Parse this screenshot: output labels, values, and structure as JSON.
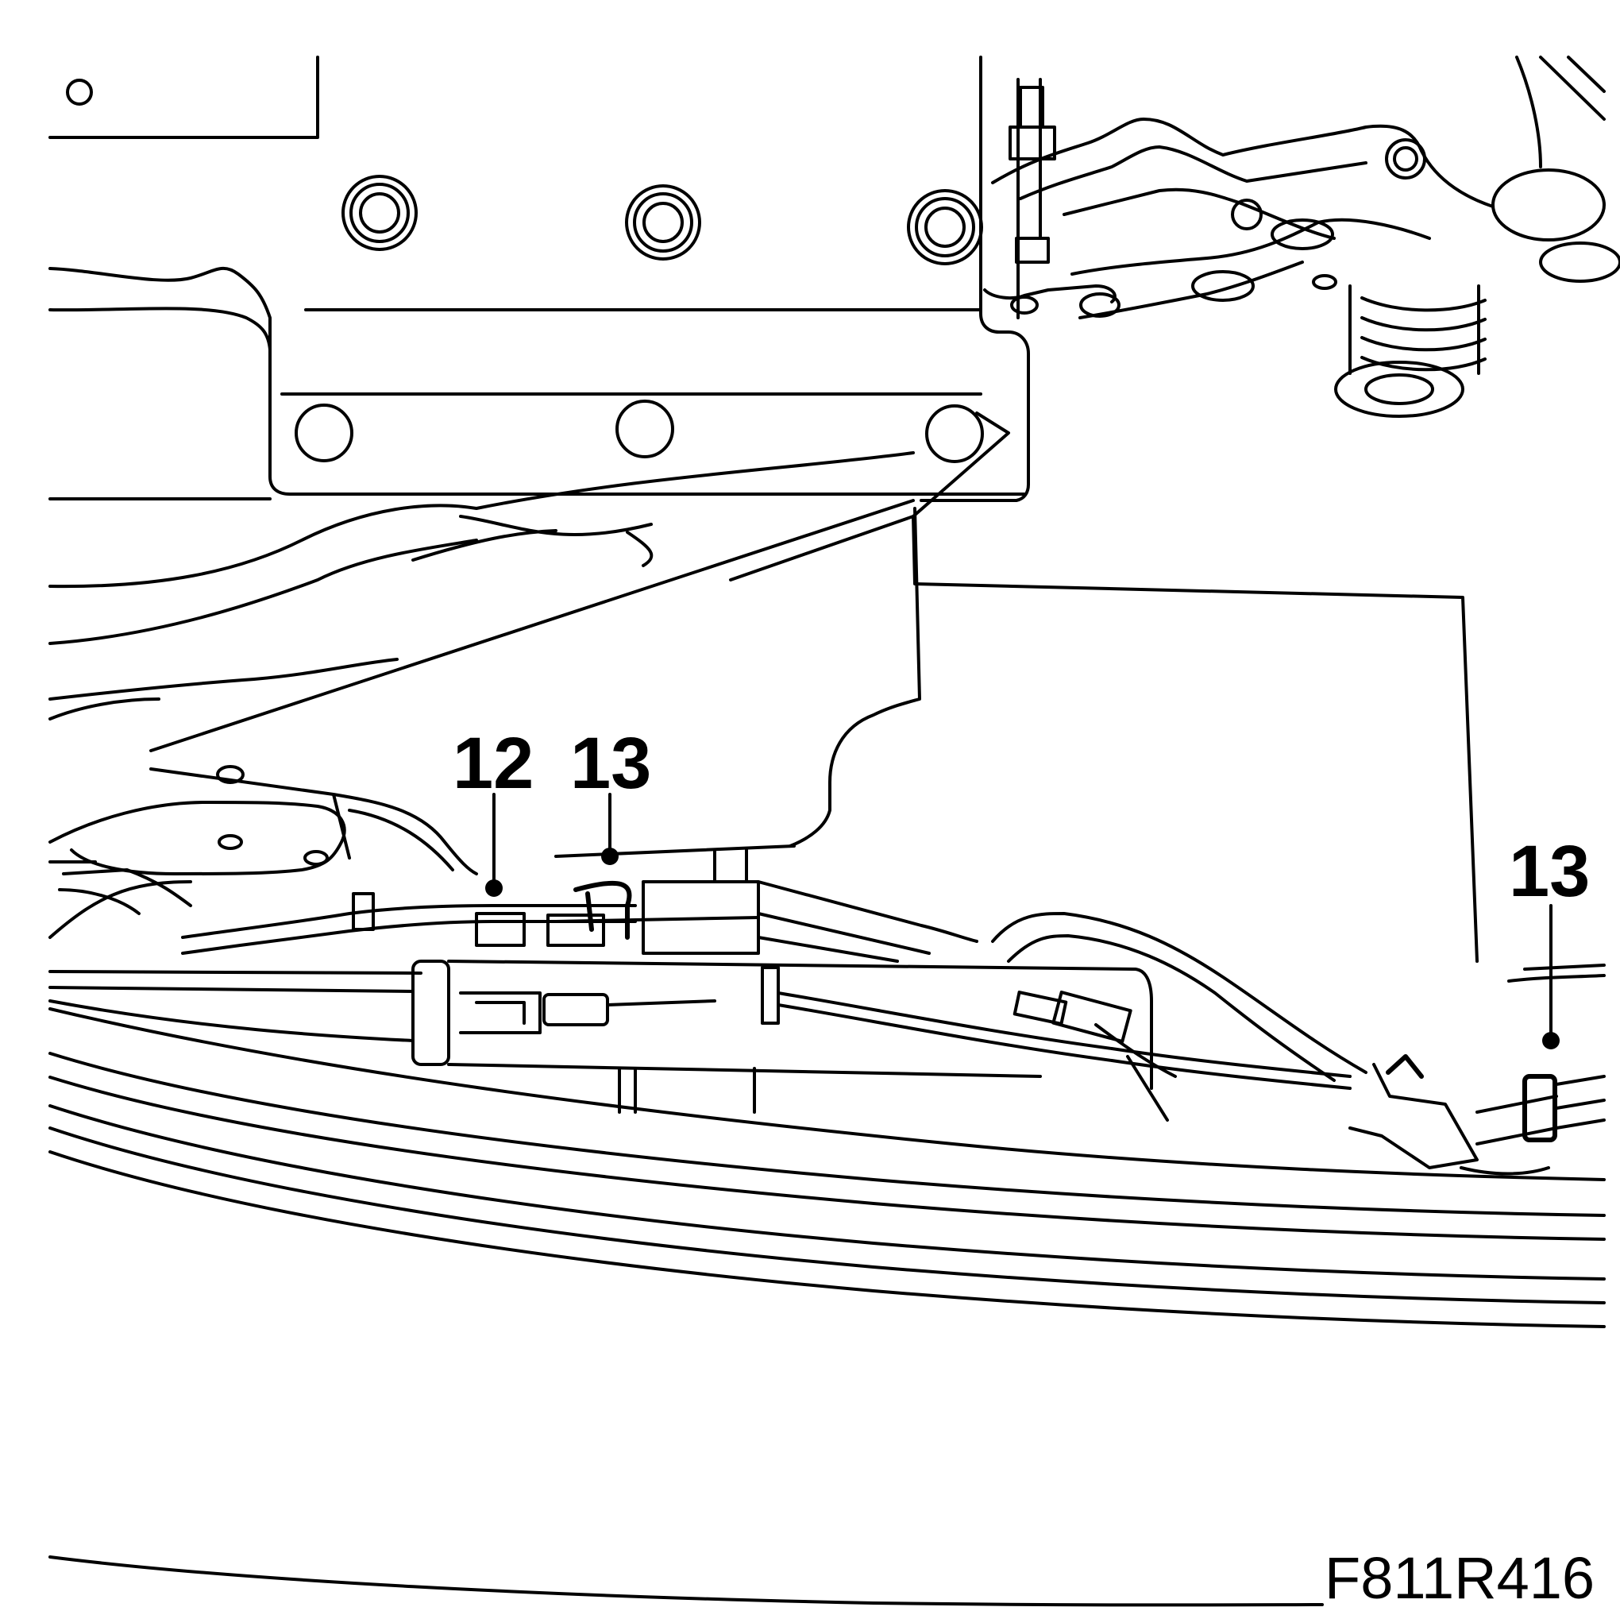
{
  "figure": {
    "id_label": "F811R416",
    "callouts": [
      {
        "key": "12",
        "text": "12"
      },
      {
        "key": "13a",
        "text": "13"
      },
      {
        "key": "13b",
        "text": "13"
      }
    ]
  }
}
